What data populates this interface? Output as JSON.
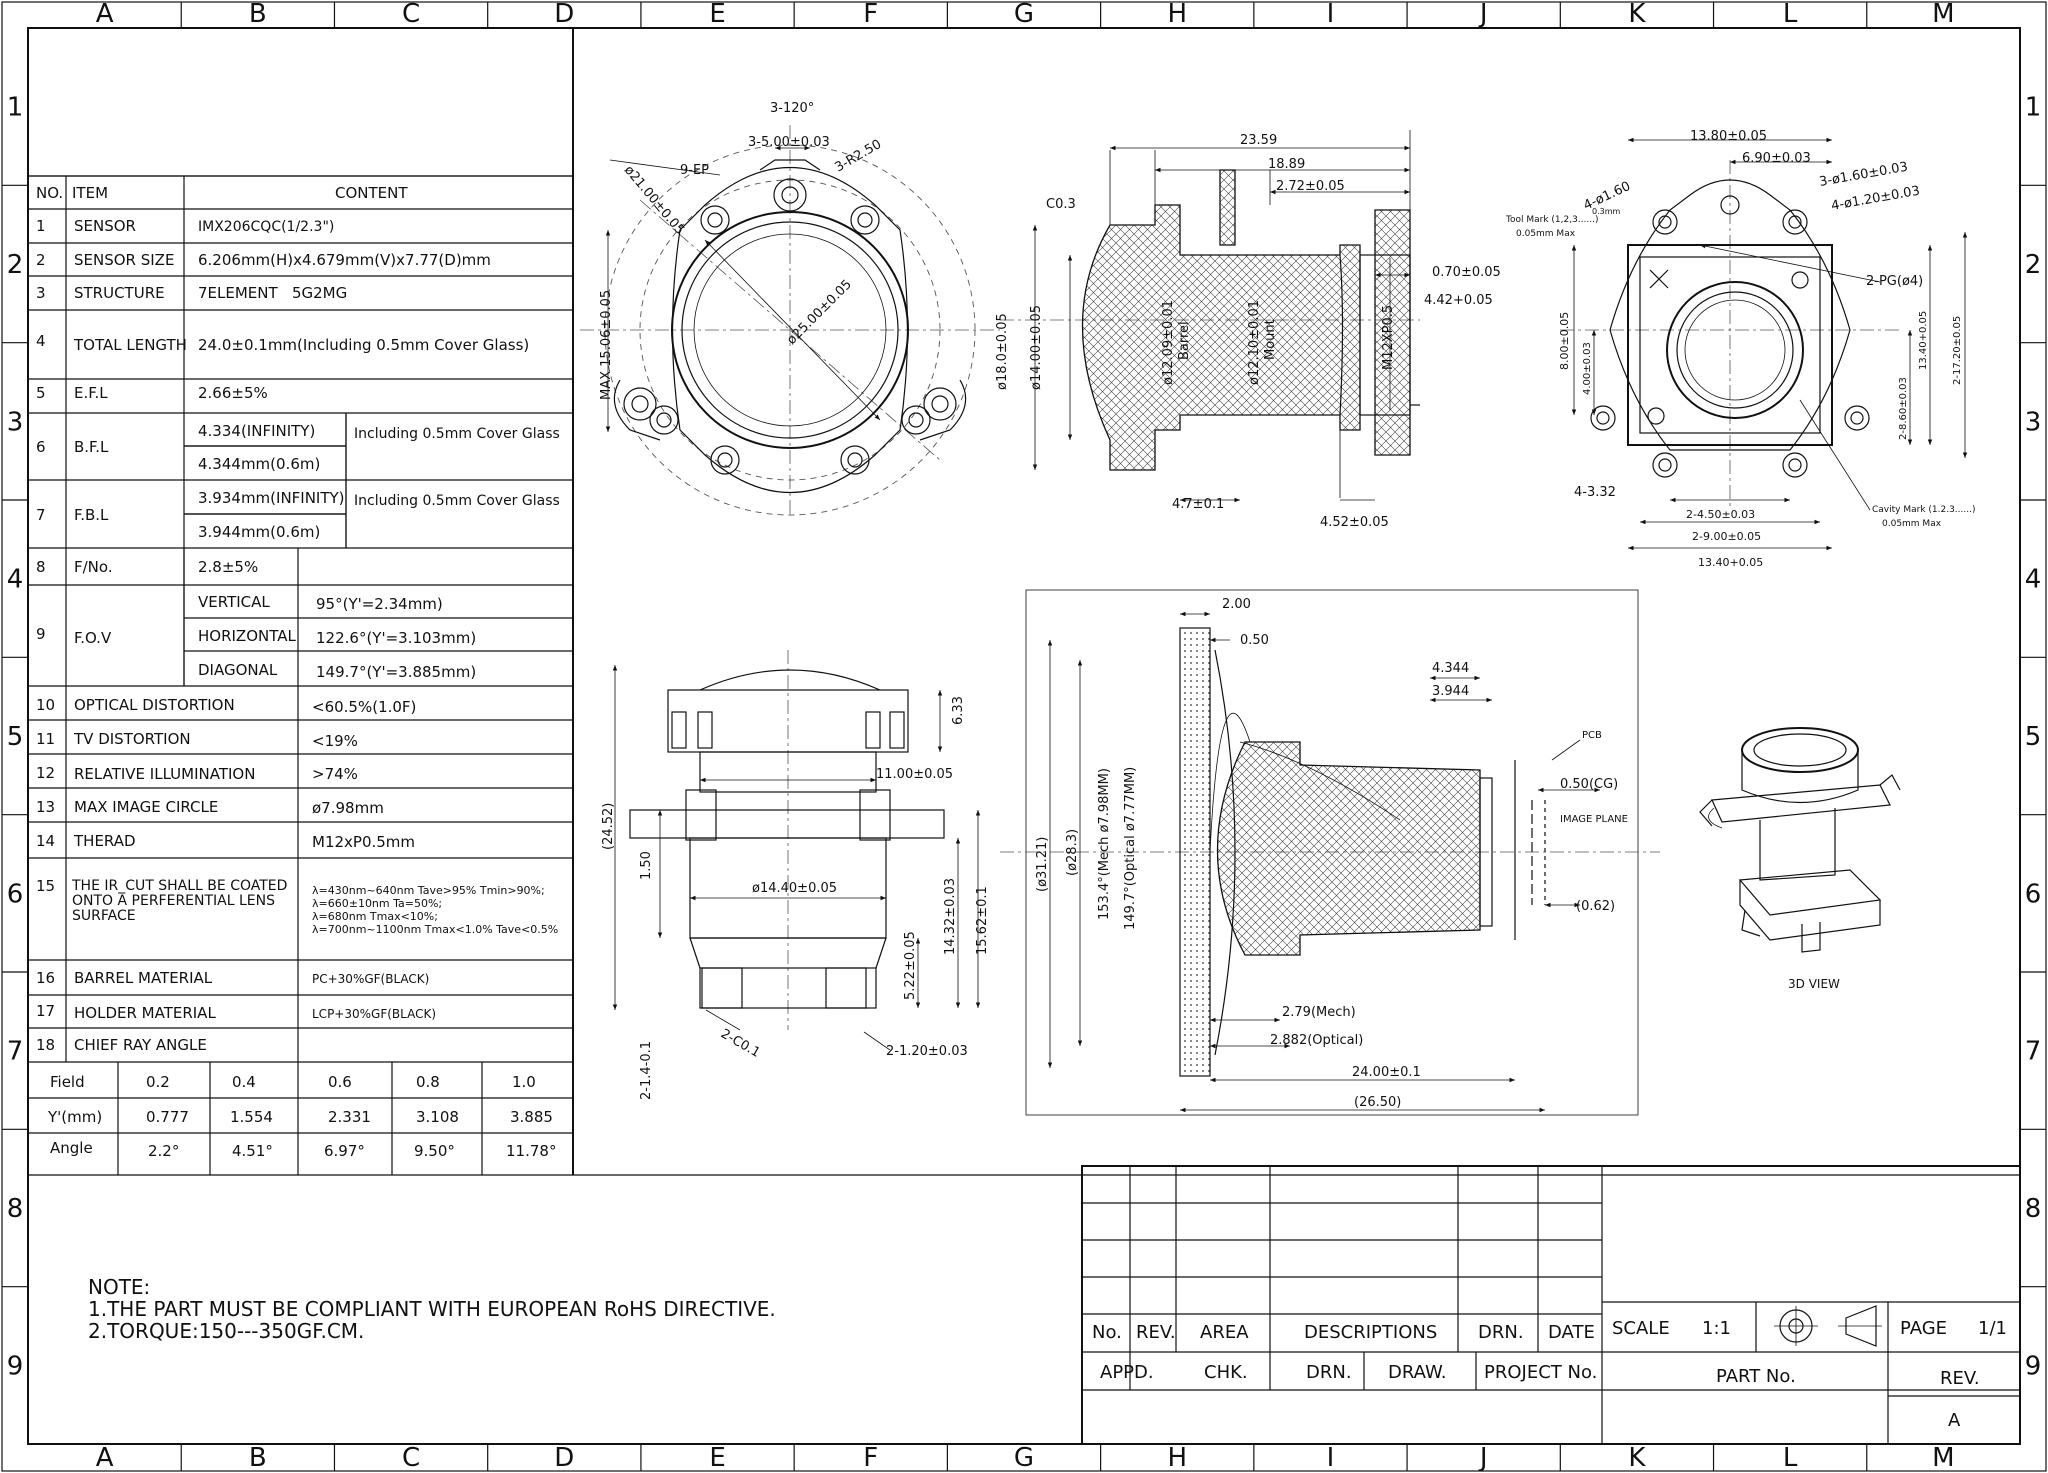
{
  "frame": {
    "columns": [
      "A",
      "B",
      "C",
      "D",
      "E",
      "F",
      "G",
      "H",
      "I",
      "J",
      "K",
      "L",
      "M"
    ],
    "rows": [
      "1",
      "2",
      "3",
      "4",
      "5",
      "6",
      "7",
      "8",
      "9"
    ]
  },
  "spec_table": {
    "headers": [
      "NO.",
      "ITEM",
      "CONTENT"
    ],
    "rows": [
      {
        "no": "1",
        "item": "SENSOR",
        "content": "IMX206CQC(1/2.3\")"
      },
      {
        "no": "2",
        "item": "SENSOR SIZE",
        "content": "6.206mm(H)x4.679mm(V)x7.77(D)mm"
      },
      {
        "no": "3",
        "item": "STRUCTURE",
        "content": "7ELEMENT   5G2MG"
      },
      {
        "no": "4",
        "item": "TOTAL LENGTH",
        "content": "24.0±0.1mm(Including 0.5mm Cover Glass)"
      },
      {
        "no": "5",
        "item": "E.F.L",
        "content": "2.66±5%"
      },
      {
        "no": "6",
        "item": "B.F.L",
        "content_a": "4.334(INFINITY)",
        "content_b": "4.344mm(0.6m)",
        "note": "Including 0.5mm Cover Glass"
      },
      {
        "no": "7",
        "item": "F.B.L",
        "content_a": "3.934mm(INFINITY)",
        "content_b": "3.944mm(0.6m)",
        "note": "Including 0.5mm Cover Glass"
      },
      {
        "no": "8",
        "item": "F/No.",
        "content": "2.8±5%"
      },
      {
        "no": "9",
        "item": "F.O.V",
        "sub": [
          {
            "label": "VERTICAL",
            "value": "95°(Y'=2.34mm)"
          },
          {
            "label": "HORIZONTAL",
            "value": "122.6°(Y'=3.103mm)"
          },
          {
            "label": "DIAGONAL",
            "value": "149.7°(Y'=3.885mm)"
          }
        ]
      },
      {
        "no": "10",
        "item": "OPTICAL DISTORTION",
        "content": "<60.5%(1.0F)"
      },
      {
        "no": "11",
        "item": "TV DISTORTION",
        "content": "<19%"
      },
      {
        "no": "12",
        "item": "RELATIVE ILLUMINATION",
        "content": ">74%"
      },
      {
        "no": "13",
        "item": "MAX IMAGE CIRCLE",
        "content": "ø7.98mm"
      },
      {
        "no": "14",
        "item": "THERAD",
        "content": "M12xP0.5mm"
      },
      {
        "no": "15",
        "item_lines": [
          "THE IR_CUT SHALL BE COATED",
          "ONTO A PERFERENTIAL LENS",
          "SURFACE"
        ],
        "content_lines": [
          "λ=430nm~640nm  Tave>95%   Tmin>90%;",
          "λ=660±10nm  Ta=50%;",
          "λ=680nm  Tmax<10%;",
          "λ=700nm~1100nm  Tmax<1.0%   Tave<0.5%"
        ]
      },
      {
        "no": "16",
        "item": "BARREL MATERIAL",
        "content": "PC+30%GF(BLACK)"
      },
      {
        "no": "17",
        "item": "HOLDER MATERIAL",
        "content": "LCP+30%GF(BLACK)"
      },
      {
        "no": "18",
        "item": "CHIEF RAY ANGLE",
        "content": ""
      }
    ],
    "cra": {
      "field_label": "Field",
      "yp_label": "Y'(mm)",
      "angle_label": "Angle",
      "fields": [
        "0.2",
        "0.4",
        "0.6",
        "0.8",
        "1.0"
      ],
      "yp": [
        "0.777",
        "1.554",
        "2.331",
        "3.108",
        "3.885"
      ],
      "angles": [
        "2.2°",
        "4.51°",
        "6.97°",
        "9.50°",
        "11.78°"
      ]
    }
  },
  "notes": {
    "title": "NOTE:",
    "line1": "1.THE PART MUST BE COMPLIANT WITH EUROPEAN RoHS DIRECTIVE.",
    "line2": "2.TORQUE:150---350GF.CM."
  },
  "title_block": {
    "no": "No.",
    "rev": "REV.",
    "area": "AREA",
    "descriptions": "DESCRIPTIONS",
    "drn": "DRN.",
    "date": "DATE",
    "appd": "APPD.",
    "chk": "CHK.",
    "drn2": "DRN.",
    "draw": "DRAW.",
    "project_no": "PROJECT No.",
    "scale_label": "SCALE",
    "scale_value": "1:1",
    "page_label": "PAGE",
    "page_value": "1/1",
    "part_no": "PART No.",
    "rev_label": "REV.",
    "rev_value": "A"
  },
  "views": {
    "front": {
      "d1": "3-120°",
      "d2": "3-5.00±0.03",
      "d3": "9-EP",
      "d4": "3-R2.50",
      "d5": "ø21.00±0.05",
      "d6": "ø25.00±0.05",
      "d7": "MAX 15.06±0.05"
    },
    "section": {
      "d1": "23.59",
      "d2": "18.89",
      "d3": "C0.3",
      "d4": "2.72±0.05",
      "d5": "0.70±0.05",
      "d6": "4.42+0.05",
      "d7": "ø18.0±0.05",
      "d8": "ø14.00±0.05",
      "d9": "ø12.09±0.01",
      "d9b": "Barrel",
      "d10": "ø12.10±0.01",
      "d10b": "Mount",
      "d11": "M12XP0.5",
      "d12": "4.7±0.1",
      "d13": "4.52±0.05"
    },
    "holder": {
      "d1": "13.80±0.05",
      "d2": "6.90±0.03",
      "d3": "3-ø1.60±0.03",
      "d4": "4-ø1.20±0.03",
      "d5": "4-ø1.60",
      "d5b": "0.3mm",
      "d6": "Tool Mark (1,2,3......)",
      "d7": "0.05mm Max",
      "d8": "2-PG(ø4)",
      "d9": "8.00±0.05",
      "d10": "4.00±0.03",
      "d11": "13.40+0.05",
      "d12": "2-17.20±0.05",
      "d13": "2-8.60±0.03",
      "d14": "4-3.32",
      "d15": "2-4.50±0.03",
      "d16": "2-9.00±0.05",
      "d17": "13.40+0.05",
      "d18": "Cavity Mark (1.2.3......)",
      "d19": "0.05mm Max"
    },
    "side": {
      "d1": "6.33",
      "d2": "11.00±0.05",
      "d3": "(24.52)",
      "d4": "1.50",
      "d5": "ø14.40±0.05",
      "d6": "14.32±0.03",
      "d7": "15.62±0.1",
      "d8": "5.22±0.05",
      "d9": "2-C0.1",
      "d10": "2-1.4-0.1",
      "d11": "2-1.20±0.03"
    },
    "optical": {
      "d1": "2.00",
      "d2": "0.50",
      "d3": "4.344",
      "d4": "3.944",
      "d5": "PCB",
      "d6": "0.50(CG)",
      "d7": "IMAGE PLANE",
      "d8": "(0.62)",
      "d9": "(ø31.21)",
      "d10": "(ø28.3)",
      "d11": "153.4°(Mech ø7.98MM)",
      "d12": "149.7°(Optical ø7.77MM)",
      "d13": "2.79(Mech)",
      "d14": "2.882(Optical)",
      "d15": "24.00±0.1",
      "d16": "(26.50)"
    },
    "iso": {
      "label": "3D VIEW"
    }
  }
}
